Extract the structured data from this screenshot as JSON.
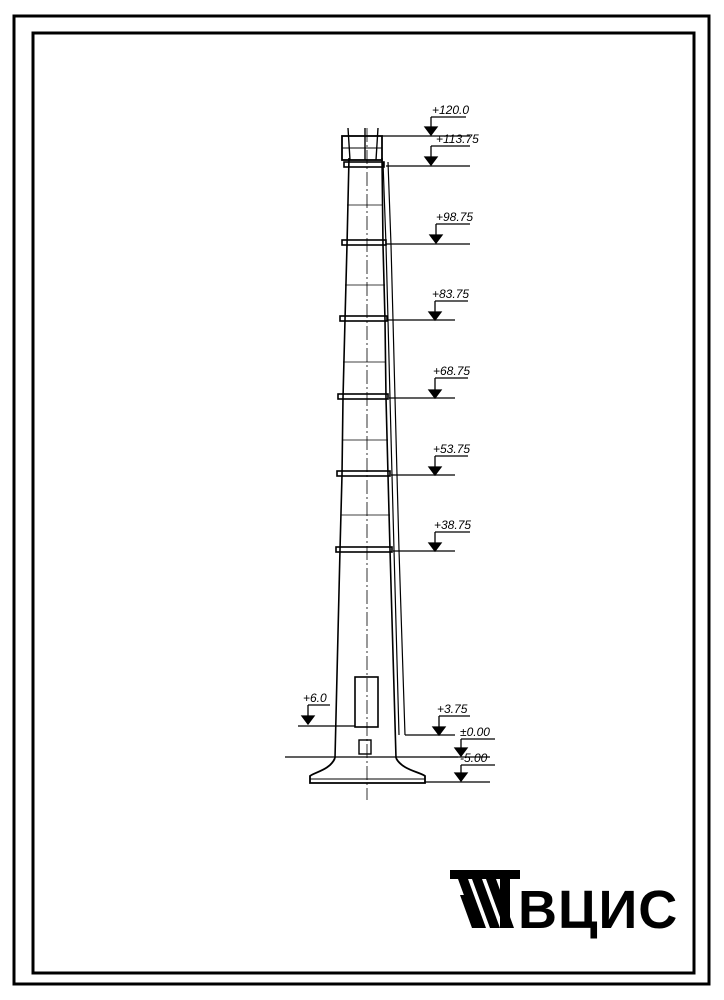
{
  "elevations": [
    {
      "id": "top",
      "label": "+120.0"
    },
    {
      "id": "platform-6",
      "label": "+113.75"
    },
    {
      "id": "platform-5",
      "label": "+98.75"
    },
    {
      "id": "platform-4",
      "label": "+83.75"
    },
    {
      "id": "platform-3",
      "label": "+68.75"
    },
    {
      "id": "platform-2",
      "label": "+53.75"
    },
    {
      "id": "platform-1",
      "label": "+38.75"
    },
    {
      "id": "ladder-start",
      "label": "+3.75"
    },
    {
      "id": "ground",
      "label": "±0.00"
    },
    {
      "id": "foundation",
      "label": "-5.00"
    },
    {
      "id": "opening-top",
      "label": "+6.0"
    }
  ],
  "logo": {
    "text": "ВЦИС"
  }
}
